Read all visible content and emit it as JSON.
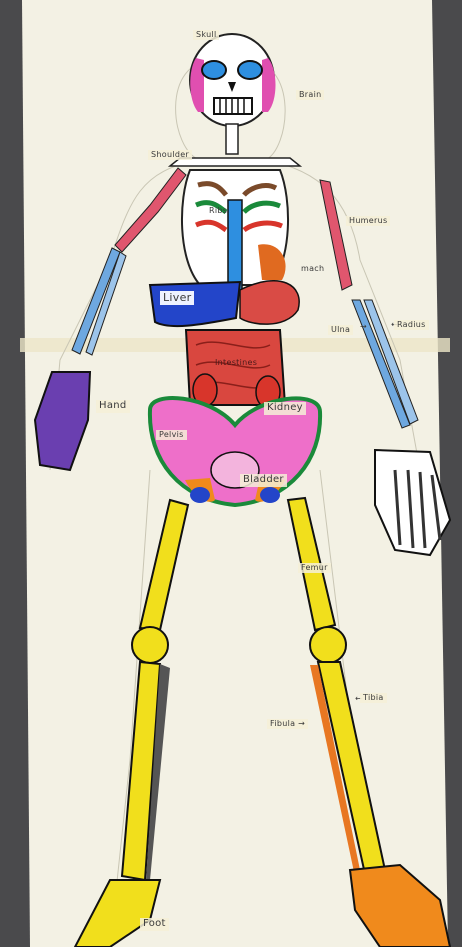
{
  "labels": {
    "skull": "Skull",
    "brain": "Brain",
    "shoulder": "Shoulder",
    "ribs": "Ribs",
    "humerus": "Humerus",
    "stomach": "mach",
    "liver": "Liver",
    "ulna": "Ulna",
    "radius": "Radius",
    "hand": "Hand",
    "intestines": "Intestines",
    "kidney": "Kidney",
    "pelvis": "Pelvis",
    "bladder": "Bladder",
    "femur": "Femur",
    "fibula": "Fibula →",
    "tibia": "Tibia",
    "foot": "Foot",
    "ulna_arrow": "→",
    "radius_arrow": "←",
    "tibia_arrow": "←"
  },
  "colors": {
    "background": "#4a4a4c",
    "paper": "#f3f1e4",
    "bone_yellow": "#f1df1c",
    "brain_pink": "#e04fb0",
    "eye_blue": "#2e8fe0",
    "liver_blue": "#2345c9",
    "pelvis_pink": "#ee6fc9",
    "kidney_red": "#d8352b",
    "intestines_red": "#d9473f",
    "arm_red": "#e0566e",
    "arm_blue": "#6ea8e0",
    "hand_purple": "#6a3fb0",
    "foot_orange": "#f08a1c"
  }
}
